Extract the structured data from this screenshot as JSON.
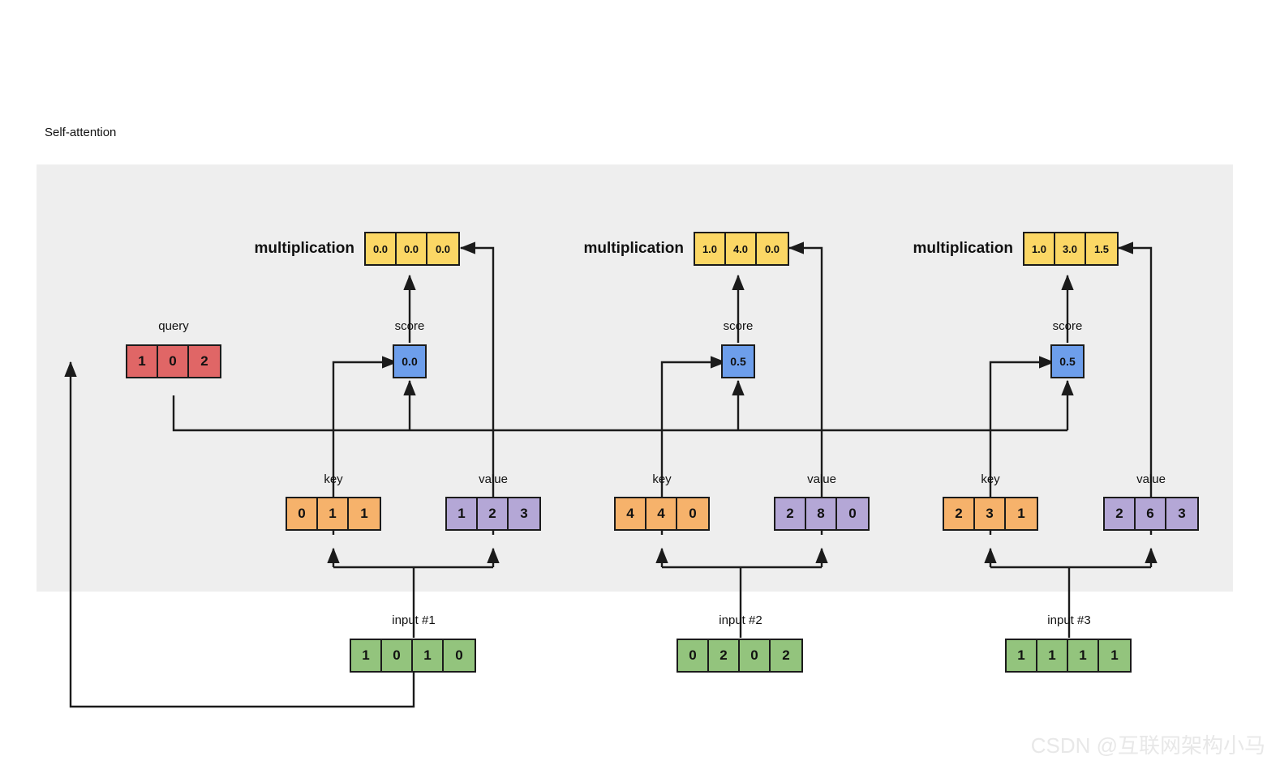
{
  "diagram": {
    "title": "Self-attention",
    "watermark": "CSDN @互联网架构小马",
    "colors": {
      "panel_bg": "#eeeeee",
      "page_bg": "#ffffff",
      "stroke": "#1b1b1b",
      "multiplication": "#fbd765",
      "query": "#e06666",
      "score": "#6d9eeb",
      "key": "#f6b26b",
      "value": "#b4a7d6",
      "input": "#93c47d",
      "watermark": "#e8e8e8"
    },
    "labels": {
      "multiplication": "multiplication",
      "query": "query",
      "score": "score",
      "key": "key",
      "value": "value"
    },
    "columns": [
      {
        "id": "col1",
        "input_label": "input #1",
        "input": [
          "1",
          "0",
          "1",
          "0"
        ],
        "key": [
          "0",
          "1",
          "1"
        ],
        "value": [
          "1",
          "2",
          "3"
        ],
        "score": [
          "0.0"
        ],
        "multiplication": [
          "0.0",
          "0.0",
          "0.0"
        ]
      },
      {
        "id": "col2",
        "input_label": "input #2",
        "input": [
          "0",
          "2",
          "0",
          "2"
        ],
        "key": [
          "4",
          "4",
          "0"
        ],
        "value": [
          "2",
          "8",
          "0"
        ],
        "score": [
          "0.5"
        ],
        "multiplication": [
          "1.0",
          "4.0",
          "0.0"
        ]
      },
      {
        "id": "col3",
        "input_label": "input #3",
        "input": [
          "1",
          "1",
          "1",
          "1"
        ],
        "key": [
          "2",
          "3",
          "1"
        ],
        "value": [
          "2",
          "6",
          "3"
        ],
        "score": [
          "0.5"
        ],
        "multiplication": [
          "1.0",
          "3.0",
          "1.5"
        ]
      }
    ],
    "query": [
      "1",
      "0",
      "2"
    ]
  }
}
